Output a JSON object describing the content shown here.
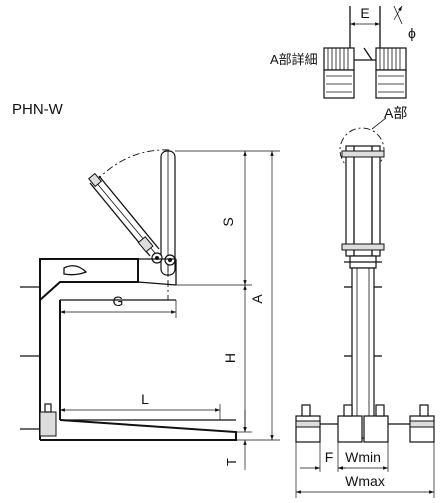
{
  "model": "PHN-W",
  "detail_title": "A部詳細",
  "detail_ref": "A部",
  "dimensions": {
    "S": "S",
    "G": "G",
    "A": "A",
    "H": "H",
    "L": "L",
    "T": "T",
    "E": "E",
    "phi": "ϕ",
    "F": "F",
    "Wmin": "Wmin",
    "Wmax": "Wmax"
  }
}
